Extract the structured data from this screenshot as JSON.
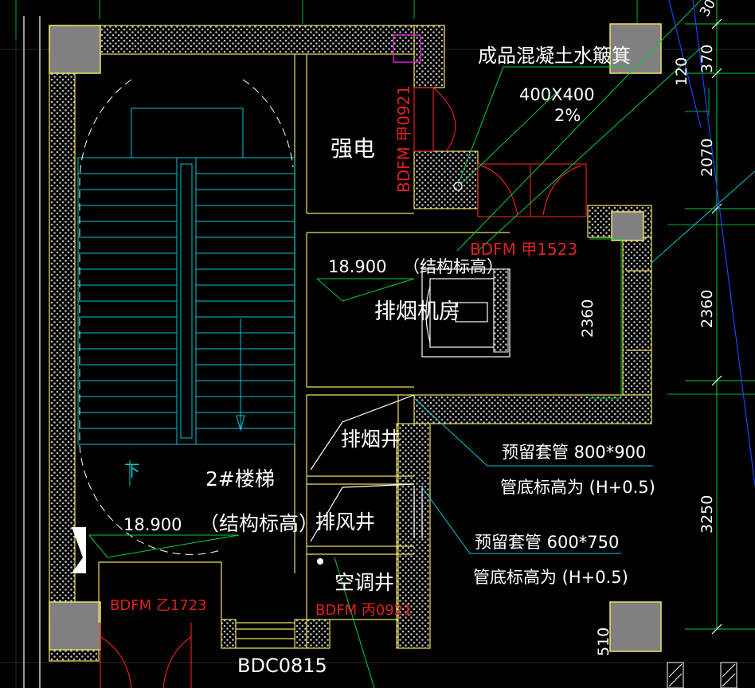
{
  "colors": {
    "background": "#000000",
    "wall": "#f0e060",
    "wall_hatch": "#c8c8c8",
    "column": "#808080",
    "stair": "#00c8d8",
    "door": "#e02020",
    "leader_green": "#00d040",
    "leader_cyan": "#00c8d8",
    "axis_blue": "#2040ff",
    "text": "#ffffff",
    "pipe_magenta": "#d020d0"
  },
  "labels": {
    "strong_power": "强电",
    "fire_door_1": "BDFM 甲0921",
    "finished_sump": "成品混凝土水簸箕",
    "sump_size": "400X400",
    "sump_slope": "2%",
    "elev_smoke_room": "18.900",
    "struct_note_1": "（结构标高）",
    "smoke_fan_room": "排烟机房",
    "fire_door_2": "BDFM 甲1523",
    "smoke_shaft": "排烟井",
    "exhaust_shaft": "排风井",
    "ac_shaft": "空调井",
    "stair_name": "2#楼梯",
    "struct_note_2": "（结构标高）",
    "stair_elev": "18.900",
    "down_mark": "下",
    "sleeve_1": "预留套管  800*900",
    "sleeve_1_bottom": "管底标高为  (H+0.5)",
    "sleeve_2": "预留套管  600*750",
    "sleeve_2_bottom": "管底标高为  (H+0.5)",
    "fire_door_3": "BDFM 乙1723",
    "fire_door_4": "BDFM 丙0921",
    "window": "BDC0815"
  },
  "dimensions": {
    "d_370": "370",
    "d_120": "120",
    "d_2070": "2070",
    "d_2360_right": "2360",
    "d_3250": "3250",
    "d_510": "510",
    "d_2360_room": "2360",
    "d_top": "30"
  }
}
